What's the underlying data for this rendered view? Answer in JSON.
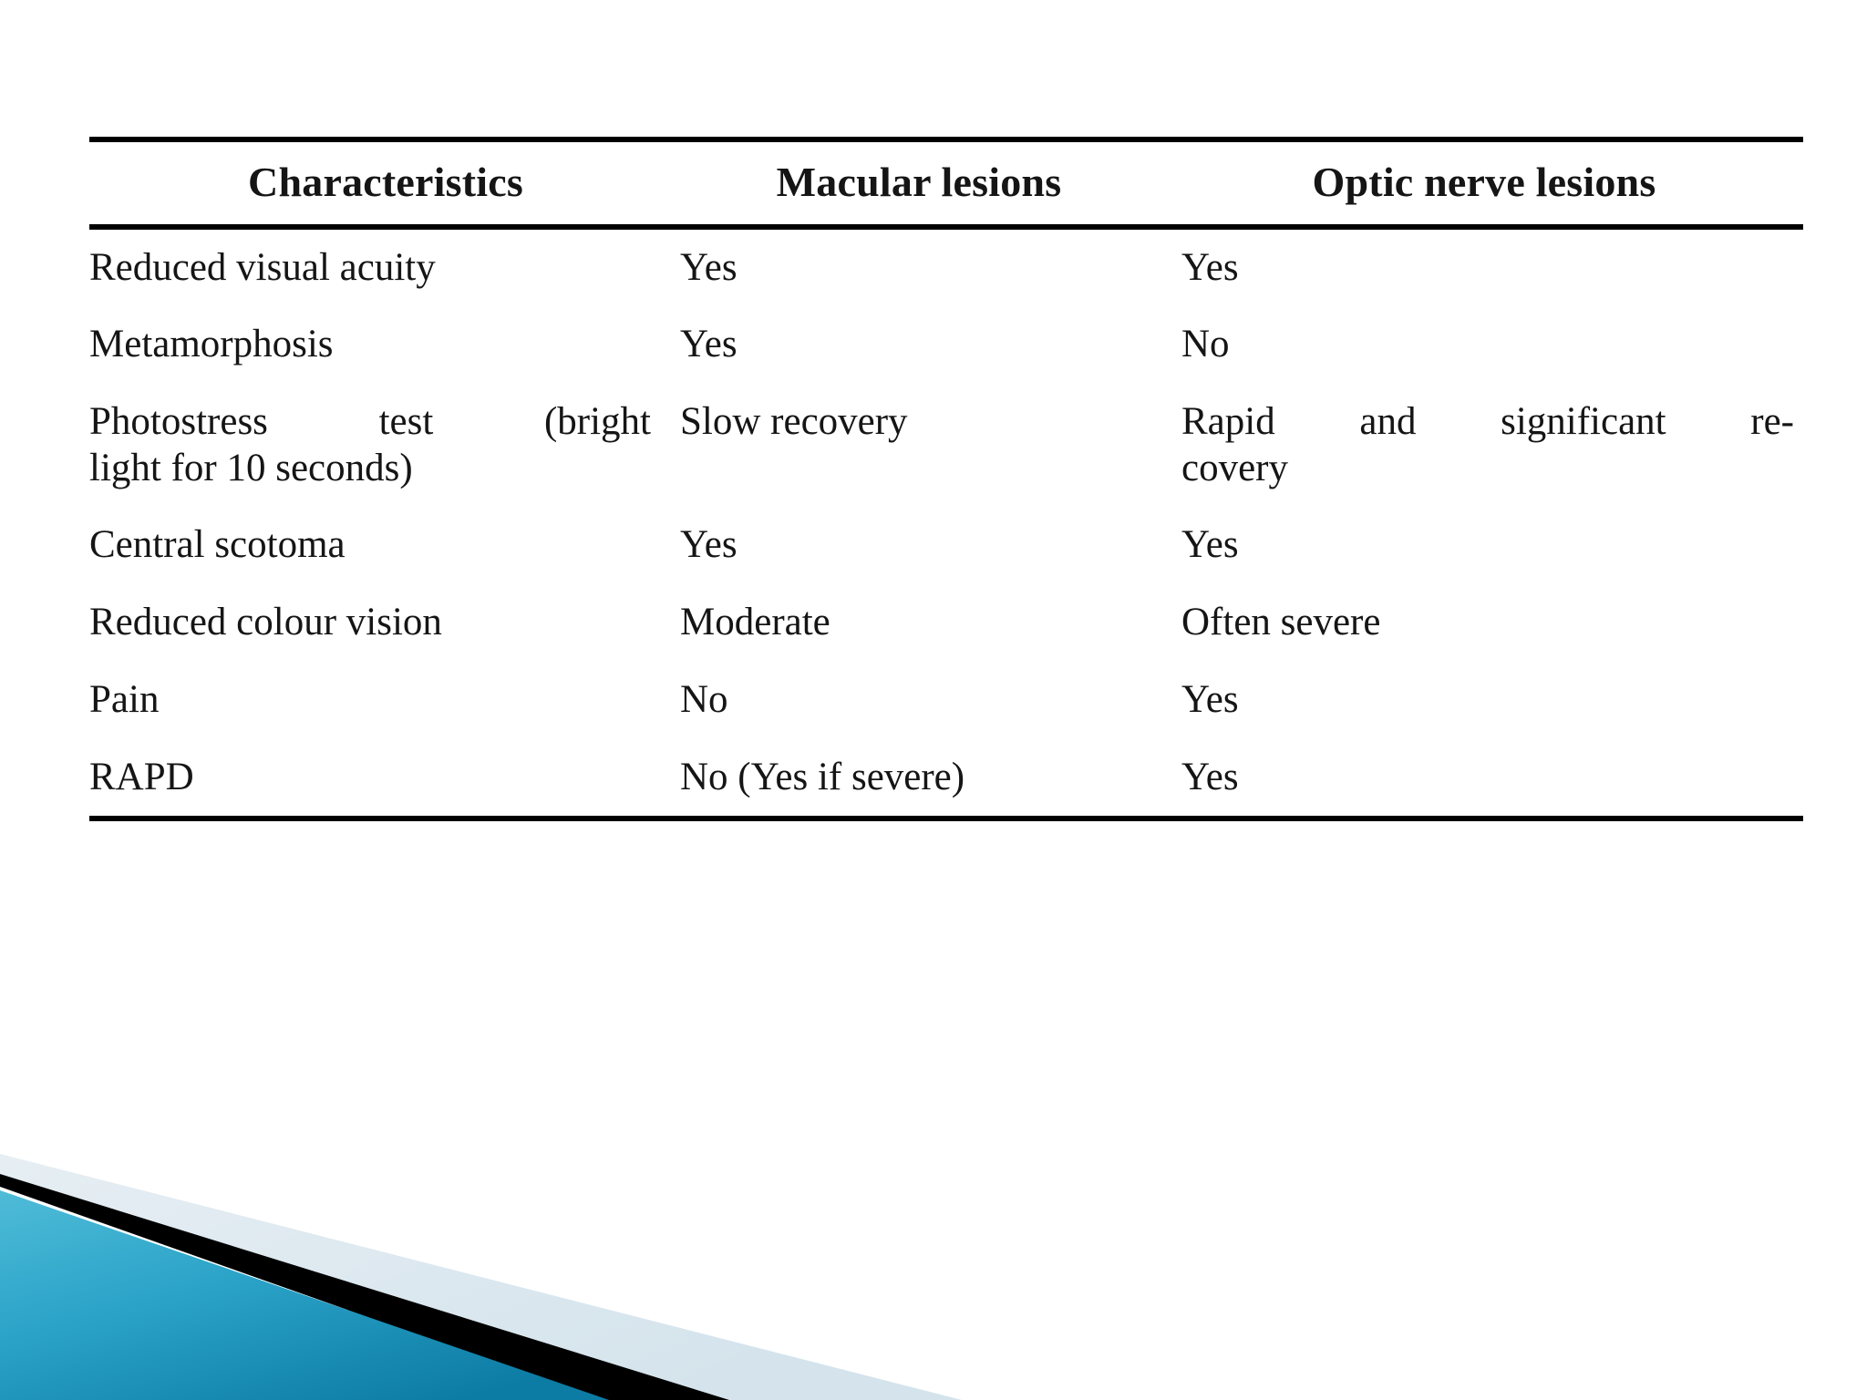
{
  "slide": {
    "background_color": "#ffffff",
    "text_color": "#151515"
  },
  "table": {
    "name": "macular-vs-optic-nerve-lesions",
    "rule_color": "#000000",
    "headers": [
      "Characteristics",
      "Macular lesions",
      "Optic nerve lesions"
    ],
    "rows": [
      {
        "characteristic": "Reduced visual acuity",
        "macular": "Yes",
        "optic": "Yes"
      },
      {
        "characteristic": "Metamorphosis",
        "macular": "Yes",
        "optic": "No"
      },
      {
        "characteristic_line1": "Photostress test (bright",
        "characteristic_line2": "light for 10 seconds)",
        "characteristic": "Photostress test (bright light for 10 seconds)",
        "macular": "Slow  recovery",
        "optic_line1": "Rapid and significant re-",
        "optic_line2": "covery",
        "optic": "Rapid and significant re-covery"
      },
      {
        "characteristic": "Central scotoma",
        "macular": "Yes",
        "optic": "Yes"
      },
      {
        "characteristic": "Reduced colour vision",
        "macular": "Moderate",
        "optic": "Often severe"
      },
      {
        "characteristic": "Pain",
        "macular": "No",
        "optic": "Yes"
      },
      {
        "characteristic": "RAPD",
        "macular": "No (Yes if severe)",
        "optic": "Yes"
      }
    ]
  },
  "decoration": {
    "name": "bottom-left-corner-graphic",
    "teal_light": "#46b4d4",
    "teal_mid": "#2aa0c4",
    "teal_dark": "#0f7fa6",
    "black_stripe": "#000000",
    "pale_band": "#dce8ef"
  }
}
